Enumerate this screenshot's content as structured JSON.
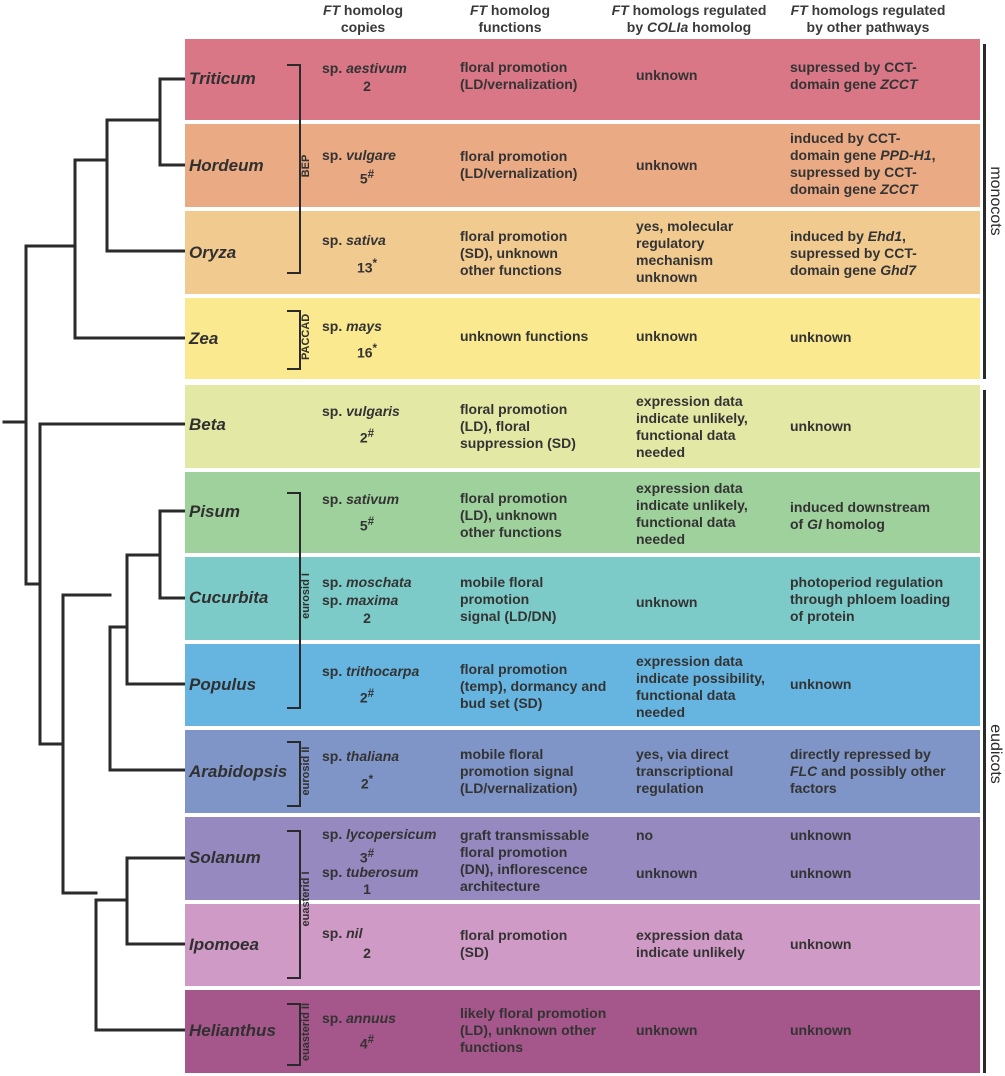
{
  "headers": {
    "copies": {
      "ft": "FT",
      "rest1": " homolog",
      "line2": "copies"
    },
    "functions": {
      "ft": "FT",
      "rest1": " homolog",
      "line2": "functions"
    },
    "col": {
      "ft": "FT",
      "rest1": " homologs regulated",
      "line2a": "by ",
      "col": "COLIa",
      "line2b": " homolog"
    },
    "other": {
      "ft": "FT",
      "rest1": " homologs regulated",
      "line2": "by other pathways"
    }
  },
  "groups": {
    "bep": "BEP",
    "paccad": "PACCAD",
    "eurosid1": "eurosid I",
    "eurosid2": "eurosid II",
    "euasterid1": "euasterid I",
    "euasterid2": "euasterid II"
  },
  "clades": {
    "monocots": "monocots",
    "eudicots": "eudicots"
  },
  "colors": {
    "triticum": "#d97787",
    "hordeum": "#eaaa84",
    "oryza": "#f1ca90",
    "zea": "#fbe98f",
    "beta": "#e4e8a5",
    "pisum": "#9fd19c",
    "cucurbita": "#7dcbc8",
    "populus": "#66b5e1",
    "arabidopsis": "#7f95c7",
    "solanum": "#9589c0",
    "ipomoea": "#d09ac6",
    "helianthus": "#a5568a"
  },
  "rows": {
    "triticum": {
      "genus": "Triticum",
      "sp": "sp. ",
      "species": "aestivum",
      "count": "2",
      "mark": "",
      "func": [
        "floral promotion",
        "(LD/vernalization)"
      ],
      "col": [
        "unknown"
      ],
      "other": [
        [
          "supressed by CCT-",
          ""
        ],
        [
          "domain gene ",
          "ZCCT"
        ]
      ]
    },
    "hordeum": {
      "genus": "Hordeum",
      "sp": "sp. ",
      "species": "vulgare",
      "count": "5",
      "mark": "#",
      "func": [
        "floral promotion",
        "(LD/vernalization)"
      ],
      "col": [
        "unknown"
      ],
      "other": [
        [
          "induced by CCT-",
          ""
        ],
        [
          "domain gene ",
          "PPD-H1",
          ","
        ],
        [
          "supressed by CCT-",
          ""
        ],
        [
          "domain gene ",
          "ZCCT"
        ]
      ]
    },
    "oryza": {
      "genus": "Oryza",
      "sp": "sp. ",
      "species": "sativa",
      "count": "13",
      "mark": "*",
      "func": [
        "floral promotion",
        "(SD), unknown",
        "other functions"
      ],
      "col": [
        "yes, molecular",
        "regulatory",
        "mechanism",
        "unknown"
      ],
      "other": [
        [
          "induced by ",
          "Ehd1",
          ","
        ],
        [
          "supressed by CCT-",
          ""
        ],
        [
          "domain gene ",
          "Ghd7"
        ]
      ]
    },
    "zea": {
      "genus": "Zea",
      "sp": "sp. ",
      "species": "mays",
      "count": "16",
      "mark": "*",
      "func": [
        "unknown functions"
      ],
      "col": [
        "unknown"
      ],
      "other": [
        [
          "unknown",
          ""
        ]
      ]
    },
    "beta": {
      "genus": "Beta",
      "sp": "sp. ",
      "species": "vulgaris",
      "count": "2",
      "mark": "#",
      "func": [
        "floral promotion",
        "(LD), floral",
        "suppression (SD)"
      ],
      "col": [
        "expression data",
        "indicate unlikely,",
        "functional data",
        "needed"
      ],
      "other": [
        [
          "unknown",
          ""
        ]
      ]
    },
    "pisum": {
      "genus": "Pisum",
      "sp": "sp. ",
      "species": "sativum",
      "count": "5",
      "mark": "#",
      "func": [
        "floral promotion",
        "(LD), unknown",
        "other functions"
      ],
      "col": [
        "expression data",
        "indicate unlikely,",
        "functional data",
        "needed"
      ],
      "other": [
        [
          "induced downstream",
          ""
        ],
        [
          "of ",
          "GI",
          " homolog"
        ]
      ]
    },
    "cucurbita": {
      "genus": "Cucurbita",
      "sp": "sp. ",
      "species": "moschata",
      "sp2": "sp. ",
      "species2": "maxima",
      "count": "2",
      "mark": "",
      "func": [
        "mobile floral",
        "promotion",
        "signal (LD/DN)"
      ],
      "col": [
        "unknown"
      ],
      "other": [
        [
          "photoperiod regulation",
          ""
        ],
        [
          "through phloem loading",
          ""
        ],
        [
          "of protein",
          ""
        ]
      ]
    },
    "populus": {
      "genus": "Populus",
      "sp": "sp. ",
      "species": "trithocarpa",
      "count": "2",
      "mark": "#",
      "func": [
        "floral promotion",
        "(temp), dormancy and",
        "bud set (SD)"
      ],
      "col": [
        "expression data",
        "indicate possibility,",
        "functional data",
        "needed"
      ],
      "other": [
        [
          "unknown",
          ""
        ]
      ]
    },
    "arabidopsis": {
      "genus": "Arabidopsis",
      "sp": "sp. ",
      "species": "thaliana",
      "count": "2",
      "mark": "*",
      "func": [
        "mobile floral",
        "promotion signal",
        "(LD/vernalization)"
      ],
      "col": [
        "yes, via direct",
        "transcriptional",
        "regulation"
      ],
      "other": [
        [
          "directly repressed by",
          ""
        ],
        [
          "",
          "FLC",
          " and possibly other"
        ],
        [
          "factors",
          ""
        ]
      ]
    },
    "solanum": {
      "genus": "Solanum",
      "sp": "sp. ",
      "species": "lycopersicum",
      "count": "3",
      "mark": "#",
      "sp2": "sp. ",
      "species2": "tuberosum",
      "count2": "1",
      "func": [
        "graft transmissable",
        "floral promotion",
        "(DN), inflorescence",
        "architecture"
      ],
      "col": [
        "no"
      ],
      "col2": [
        "unknown"
      ],
      "other": [
        [
          "unknown",
          ""
        ]
      ],
      "other2": [
        [
          "unknown",
          ""
        ]
      ]
    },
    "ipomoea": {
      "genus": "Ipomoea",
      "sp": "sp. ",
      "species": "nil",
      "count": "2",
      "mark": "",
      "func": [
        "floral promotion",
        "(SD)"
      ],
      "col": [
        "expression data",
        "indicate unlikely"
      ],
      "other": [
        [
          "unknown",
          ""
        ]
      ]
    },
    "helianthus": {
      "genus": "Helianthus",
      "sp": "sp. ",
      "species": "annuus",
      "count": "4",
      "mark": "#",
      "func": [
        "likely floral promotion",
        "(LD), unknown other",
        "functions"
      ],
      "col": [
        "unknown"
      ],
      "other": [
        [
          "unknown",
          ""
        ]
      ]
    }
  }
}
